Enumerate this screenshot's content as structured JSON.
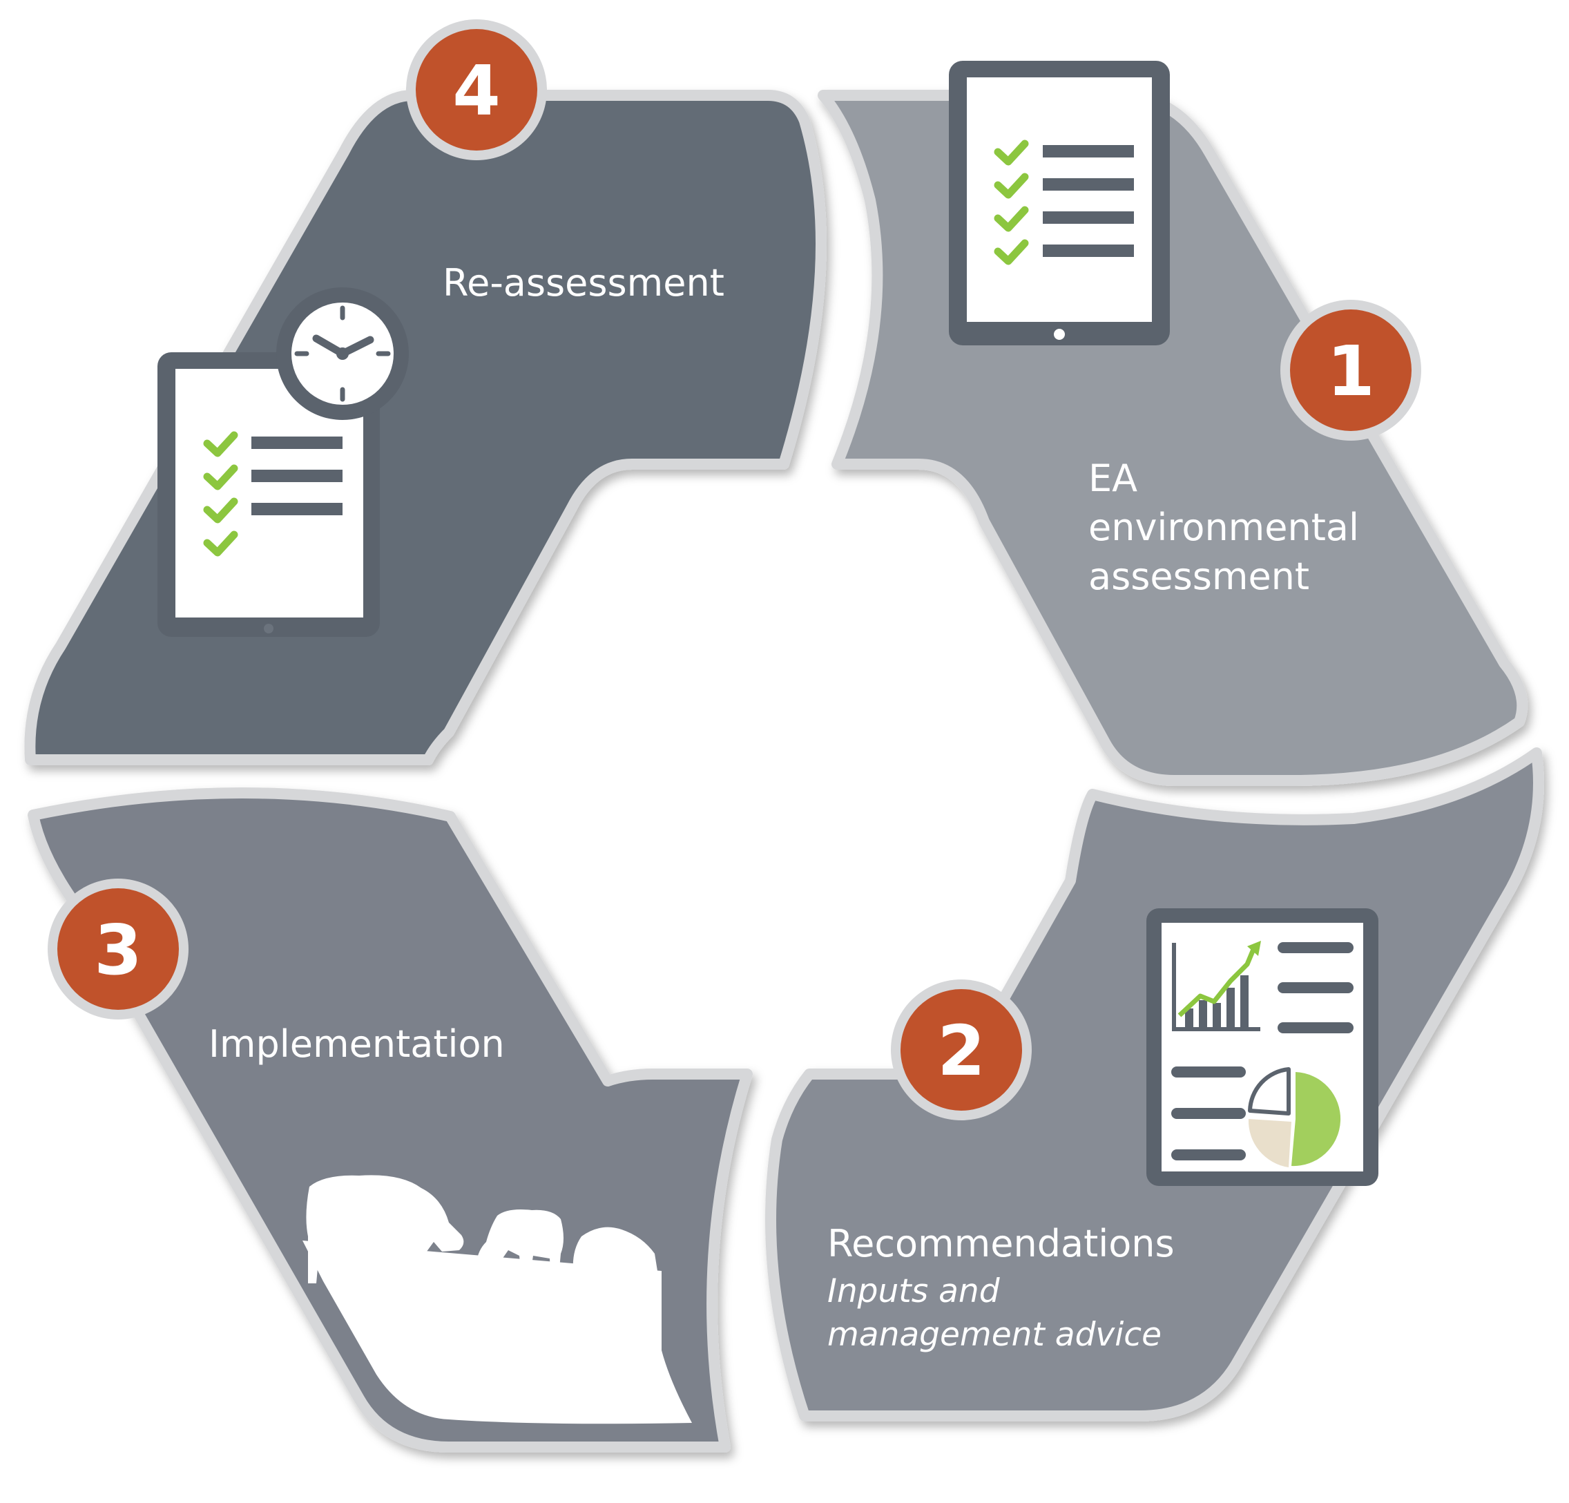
{
  "steps": [
    {
      "number": "1",
      "lines": [
        "EA",
        "environmental",
        "assessment"
      ]
    },
    {
      "number": "2",
      "title": "Recommendations",
      "subtitle_lines": [
        "Inputs and",
        "management advice"
      ]
    },
    {
      "number": "3",
      "title": "Implementation"
    },
    {
      "number": "4",
      "title": "Re-assessment"
    }
  ],
  "colors": {
    "segment_1": "#969ba2",
    "segment_2": "#878c95",
    "segment_3": "#7b818b",
    "segment_4": "#636c76",
    "outline": "#d6d7d9",
    "badge": "#c0522b",
    "check": "#8cc63f",
    "device": "#5b636d"
  },
  "icons": {
    "segment_1": "tablet-checklist-icon",
    "segment_2": "report-chart-icon",
    "segment_3": "grazing-cows-icon",
    "segment_4": "clock-checklist-icon"
  }
}
